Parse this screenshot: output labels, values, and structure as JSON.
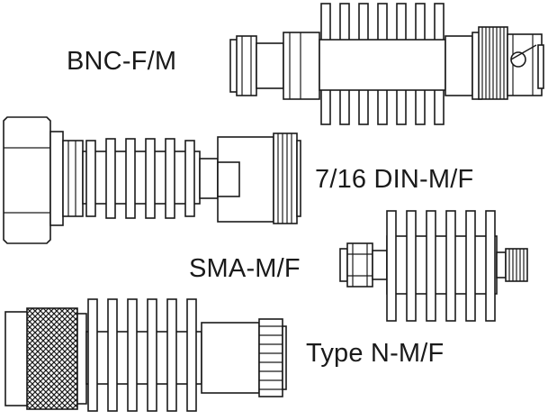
{
  "labels": {
    "bnc": "BNC-F/M",
    "din": "7/16 DIN-M/F",
    "sma": "SMA-M/F",
    "typen": "Type N-M/F"
  },
  "colors": {
    "line": "#1a1a1a",
    "background": "#ffffff"
  }
}
